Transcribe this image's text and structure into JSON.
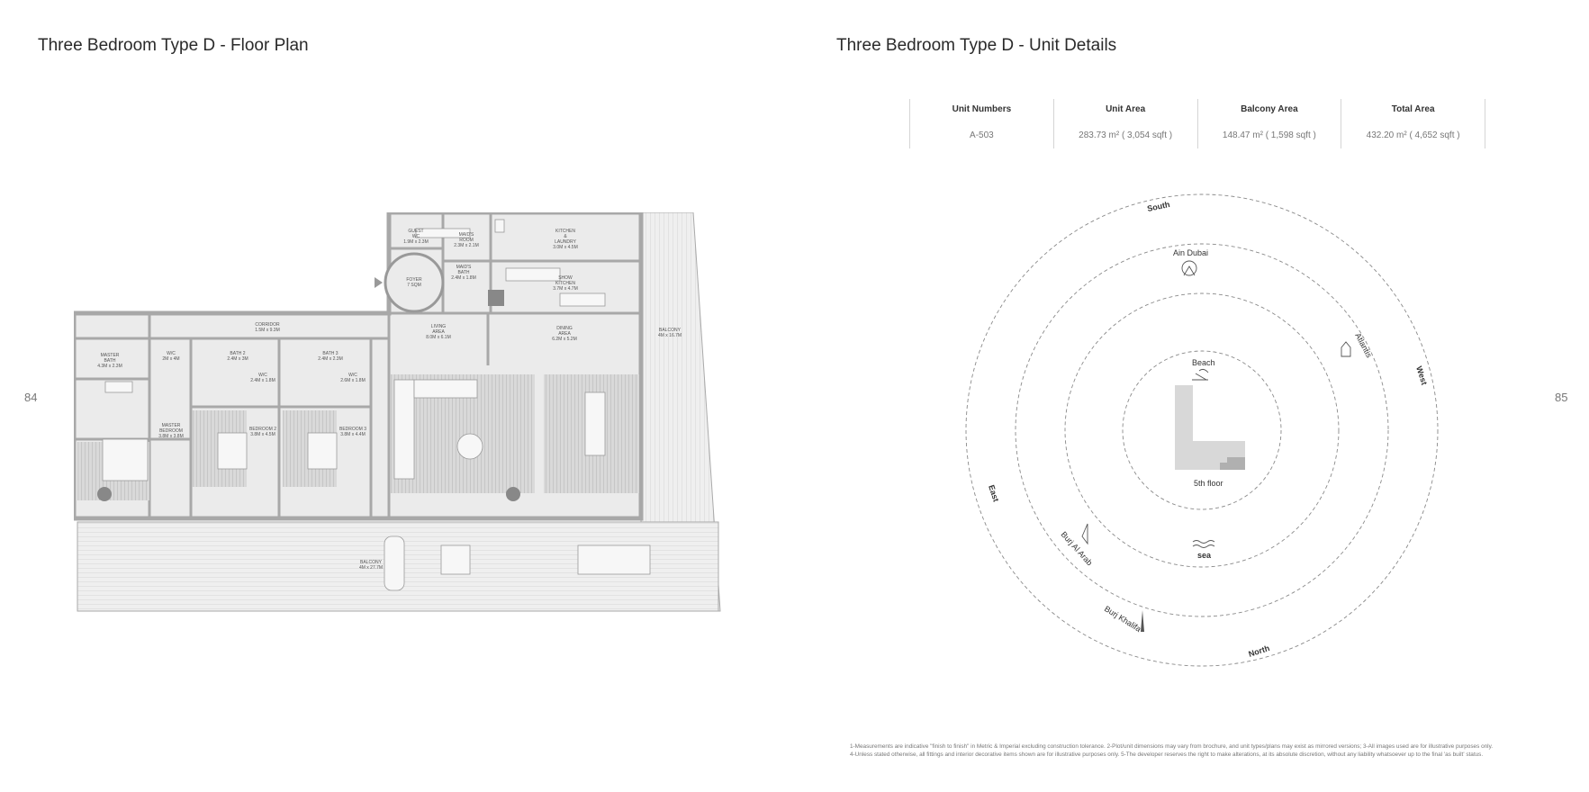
{
  "page": {
    "left_title": "Three Bedroom Type D -  Floor Plan",
    "right_title": "Three Bedroom Type D -  Unit Details",
    "left_page_number": "84",
    "right_page_number": "85"
  },
  "details": {
    "headers": [
      "Unit Numbers",
      "Unit Area",
      "Balcony Area",
      "Total Area"
    ],
    "values": [
      "A-503",
      "283.73 m² ( 3,054 sqft )",
      "148.47 m² ( 1,598 sqft )",
      "432.20 m² ( 4,652 sqft )"
    ]
  },
  "plan_labels": {
    "guest_wc": "GUEST\nWC\n1.9M x 2.3M",
    "maids_room": "MAID'S\nROOM\n2.3M x 2.1M",
    "kitchen": "KITCHEN\n&\nLAUNDRY\n3.0M x 4.5M",
    "maids_bath": "MAID'S\nBATH\n2.4M x 1.8M",
    "foyer": "FOYER\n7 SQM",
    "show_kitchen": "SHOW\nKITCHEN\n3.7M x 4.7M",
    "corridor": "CORRIDOR\n1.5M x 9.3M",
    "living": "LIVING\nAREA\n8.0M x 6.1M",
    "dining": "DINING\nAREA\n6.2M x 5.2M",
    "balcony_side": "BALCONY\n4M x 16.7M",
    "master_bath": "MASTER\nBATH\n4.3M x 2.3M",
    "wic_1": "W/C\n2M x 4M",
    "bath2": "BATH 2\n2.4M x 3M",
    "bath3": "BATH 3\n2.4M x 2.3M",
    "wic_2": "W/C\n2.4M x 1.8M",
    "wic_3": "W/C\n2.6M x 1.8M",
    "master_bedroom": "MASTER\nBEDROOM\n3.8M x 3.8M",
    "bedroom2": "BEDROOM 2\n3.8M x 4.5M",
    "bedroom3": "BEDROOM 3\n3.8M x 4.4M",
    "balcony_front": "BALCONY\n4M x 27.7M"
  },
  "compass": {
    "south": "South",
    "north": "North",
    "east": "East",
    "west": "West",
    "ain_dubai": "Ain Dubai",
    "atlantis": "Atlantis",
    "beach": "Beach",
    "floor": "5th floor",
    "sea": "sea",
    "burj_al_arab": "Burj Al Arab",
    "burj_khalifa": "Burj Khalifa"
  },
  "footnotes": [
    "1-Measurements are indicative \"finish to finish\" in Metric & Imperial excluding construction tolerance. 2-Plot/unit dimensions may vary from brochure, and unit types/plans may exist as mirrored versions; 3-All images used are for illustrative purposes only.",
    "4-Unless stated otherwise, all fittings and interior decorative items shown are for illustrative purposes only. 5-The developer reserves the right to make alterations, at its absolute discretion, without any liability whatsoever up to the final 'as built' status."
  ],
  "colors": {
    "wall": "#a8a8a8",
    "floor": "#ebebeb",
    "line": "#9a9a9a",
    "dashed": "#8a8a8a"
  }
}
